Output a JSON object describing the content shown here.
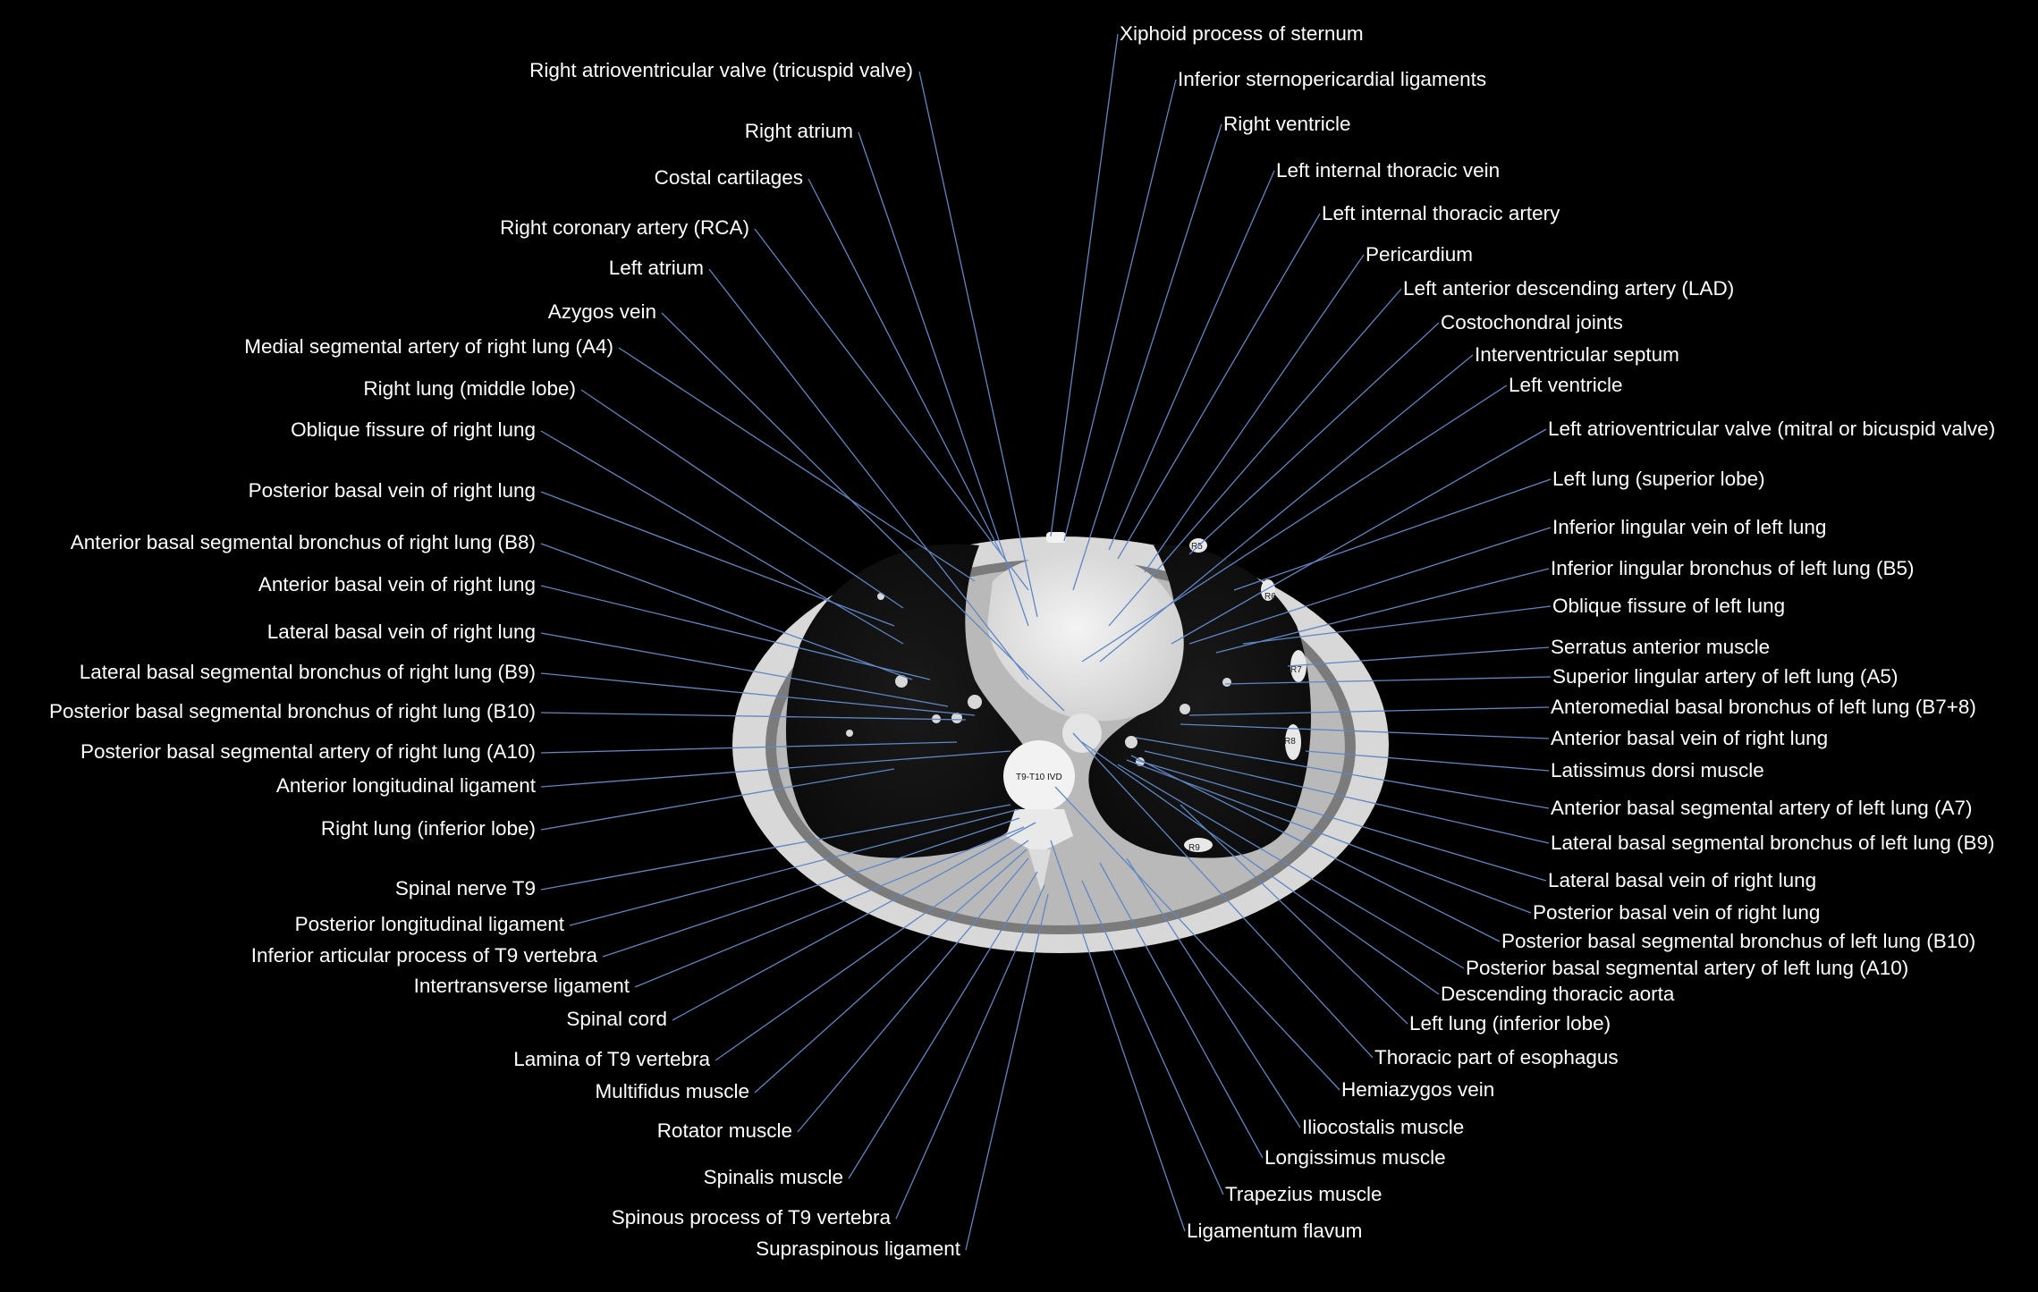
{
  "colors": {
    "background": "#000000",
    "leader": "#5f86c4",
    "label": "#ffffff"
  },
  "scan_markers": {
    "vertebra_level": "T9-T10 IVD",
    "ribs": [
      "R5",
      "R6",
      "R7",
      "R8",
      "R9"
    ]
  },
  "labels_left": [
    "Right atrioventricular valve (tricuspid valve)",
    "Right atrium",
    "Costal cartilages",
    "Right coronary artery (RCA)",
    "Left atrium",
    "Azygos vein",
    "Medial segmental artery of right lung (A4)",
    "Right lung (middle lobe)",
    "Oblique fissure of right lung",
    "Posterior basal vein of right lung",
    "Anterior basal segmental bronchus of right lung (B8)",
    "Anterior basal vein of right lung",
    "Lateral basal vein of right lung",
    "Lateral basal segmental bronchus of right lung (B9)",
    "Posterior basal segmental bronchus of right lung (B10)",
    "Posterior basal segmental artery of right lung (A10)",
    "Anterior longitudinal ligament",
    "Right lung (inferior lobe)",
    "Spinal nerve T9",
    "Posterior longitudinal ligament",
    "Inferior articular process of T9 vertebra",
    "Intertransverse ligament",
    "Spinal cord",
    "Lamina of T9 vertebra",
    "Multifidus muscle",
    "Rotator muscle",
    "Spinalis muscle",
    "Spinous process of T9 vertebra",
    "Supraspinous ligament"
  ],
  "labels_right": [
    "Xiphoid process of sternum",
    "Inferior sternopericardial ligaments",
    "Right ventricle",
    "Left internal thoracic vein",
    "Left internal thoracic artery",
    "Pericardium",
    "Left anterior descending artery (LAD)",
    "Costochondral joints",
    "Interventricular septum",
    "Left ventricle",
    "Left atrioventricular valve (mitral or bicuspid valve)",
    "Left lung (superior lobe)",
    "Inferior lingular vein of left lung",
    "Inferior lingular bronchus of left lung (B5)",
    "Oblique fissure of left lung",
    "Serratus anterior muscle",
    "Superior lingular artery of left lung (A5)",
    "Anteromedial basal bronchus of left lung (B7+8)",
    "Anterior basal vein of right lung",
    "Latissimus dorsi muscle",
    "Anterior basal segmental artery of left lung (A7)",
    "Lateral basal segmental bronchus of left lung (B9)",
    "Lateral basal vein of right lung",
    "Posterior basal vein of right lung",
    "Posterior basal segmental bronchus of left lung (B10)",
    "Posterior basal segmental artery of left lung (A10)",
    "Descending thoracic aorta",
    "Left lung (inferior lobe)",
    "Thoracic part of esophagus",
    "Hemiazygos vein",
    "Iliocostalis muscle",
    "Longissimus muscle",
    "Trapezius muscle",
    "Ligamentum flavum"
  ]
}
